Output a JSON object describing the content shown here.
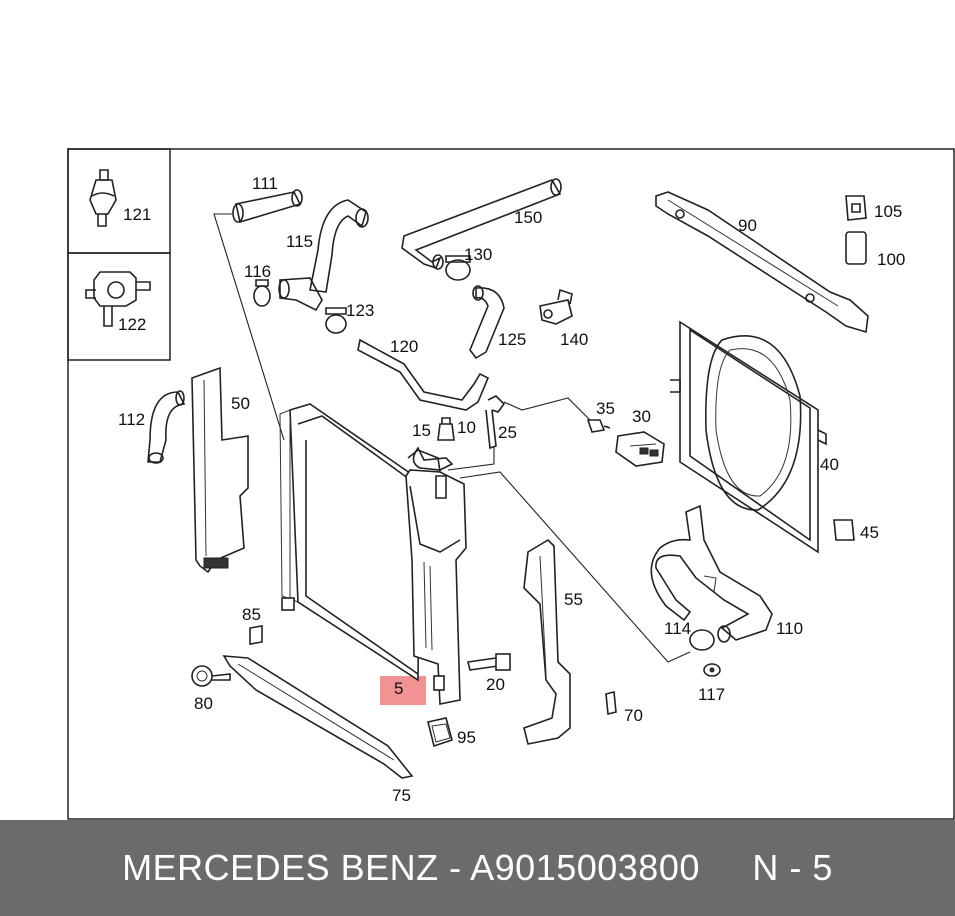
{
  "diagram": {
    "labels": {
      "p5": "5",
      "p10": "10",
      "p15": "15",
      "p20": "20",
      "p25": "25",
      "p30": "30",
      "p35": "35",
      "p40": "40",
      "p45": "45",
      "p50": "50",
      "p55": "55",
      "p70": "70",
      "p75": "75",
      "p80": "80",
      "p85": "85",
      "p90": "90",
      "p95": "95",
      "p100": "100",
      "p105": "105",
      "p110": "110",
      "p111": "111",
      "p112": "112",
      "p114": "114",
      "p115": "115",
      "p116": "116",
      "p117": "117",
      "p120": "120",
      "p121": "121",
      "p122": "122",
      "p123": "123",
      "p125": "125",
      "p130": "130",
      "p140": "140",
      "p150": "150"
    },
    "highlight_color": "#f08080"
  },
  "footer": {
    "text": "MERCEDES BENZ - A9015003800     N - 5",
    "background": "#6b6b6b"
  }
}
